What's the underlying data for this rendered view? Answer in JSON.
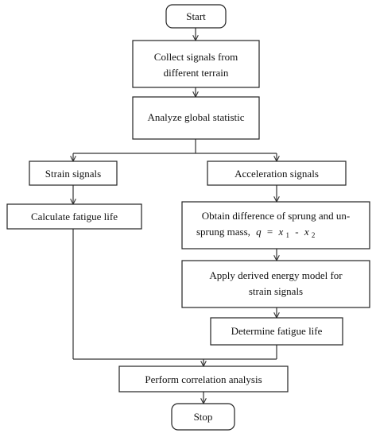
{
  "diagram": {
    "nodes": {
      "start": {
        "label": "Start",
        "shape": "rounded"
      },
      "collect": {
        "line1": "Collect signals from",
        "line2": "different terrain",
        "shape": "rect"
      },
      "analyze": {
        "label": "Analyze global statistic",
        "shape": "rect"
      },
      "strain": {
        "label": "Strain signals",
        "shape": "rect"
      },
      "accel": {
        "label": "Acceleration signals",
        "shape": "rect"
      },
      "calc_fatigue": {
        "label": "Calculate fatigue life",
        "shape": "rect"
      },
      "obtain_diff": {
        "line1": "Obtain difference of sprung and un-",
        "line2_text": "sprung mass,",
        "formula_q": "q",
        "formula_eq": "=",
        "formula_x1": "x",
        "sub1": "1",
        "formula_minus": "-",
        "formula_x2": "x",
        "sub2": "2",
        "shape": "rect"
      },
      "apply_model": {
        "line1": "Apply derived energy model for",
        "line2": "strain signals",
        "shape": "rect"
      },
      "determine": {
        "label": "Determine fatigue life",
        "shape": "rect"
      },
      "correlation": {
        "label": "Perform correlation analysis",
        "shape": "rect"
      },
      "stop": {
        "label": "Stop",
        "shape": "rounded"
      }
    },
    "colors": {
      "stroke": "#222222",
      "text": "#111111",
      "background": "#ffffff"
    }
  }
}
